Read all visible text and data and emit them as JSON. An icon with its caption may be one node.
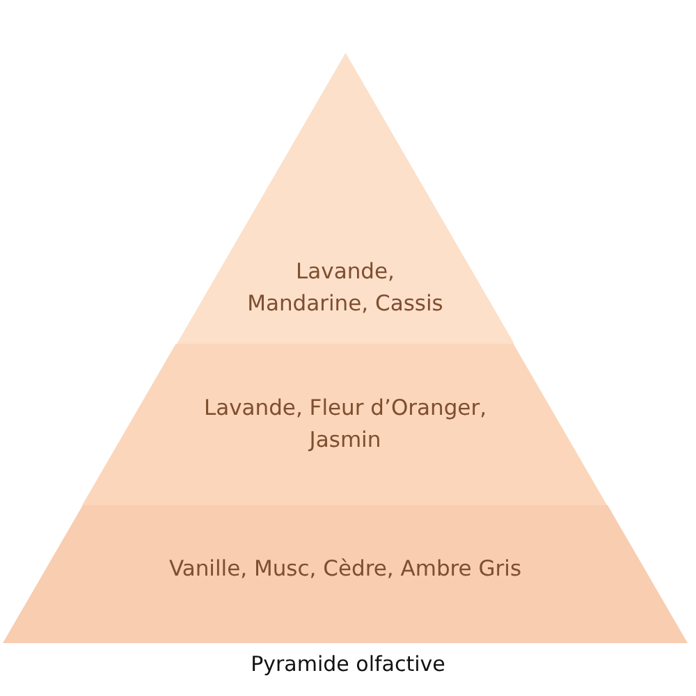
{
  "diagram": {
    "caption": "Pyramide olfactive",
    "nodes": [
      {
        "text": [
          "Lavande, Mandarine, Cassis"
        ]
      },
      {
        "text": [
          "Lavande, Fleur d’Oranger, Jasmin"
        ]
      },
      {
        "text": [
          "Vanille, Musc, Cèdre, Ambre Gris"
        ]
      }
    ]
  }
}
